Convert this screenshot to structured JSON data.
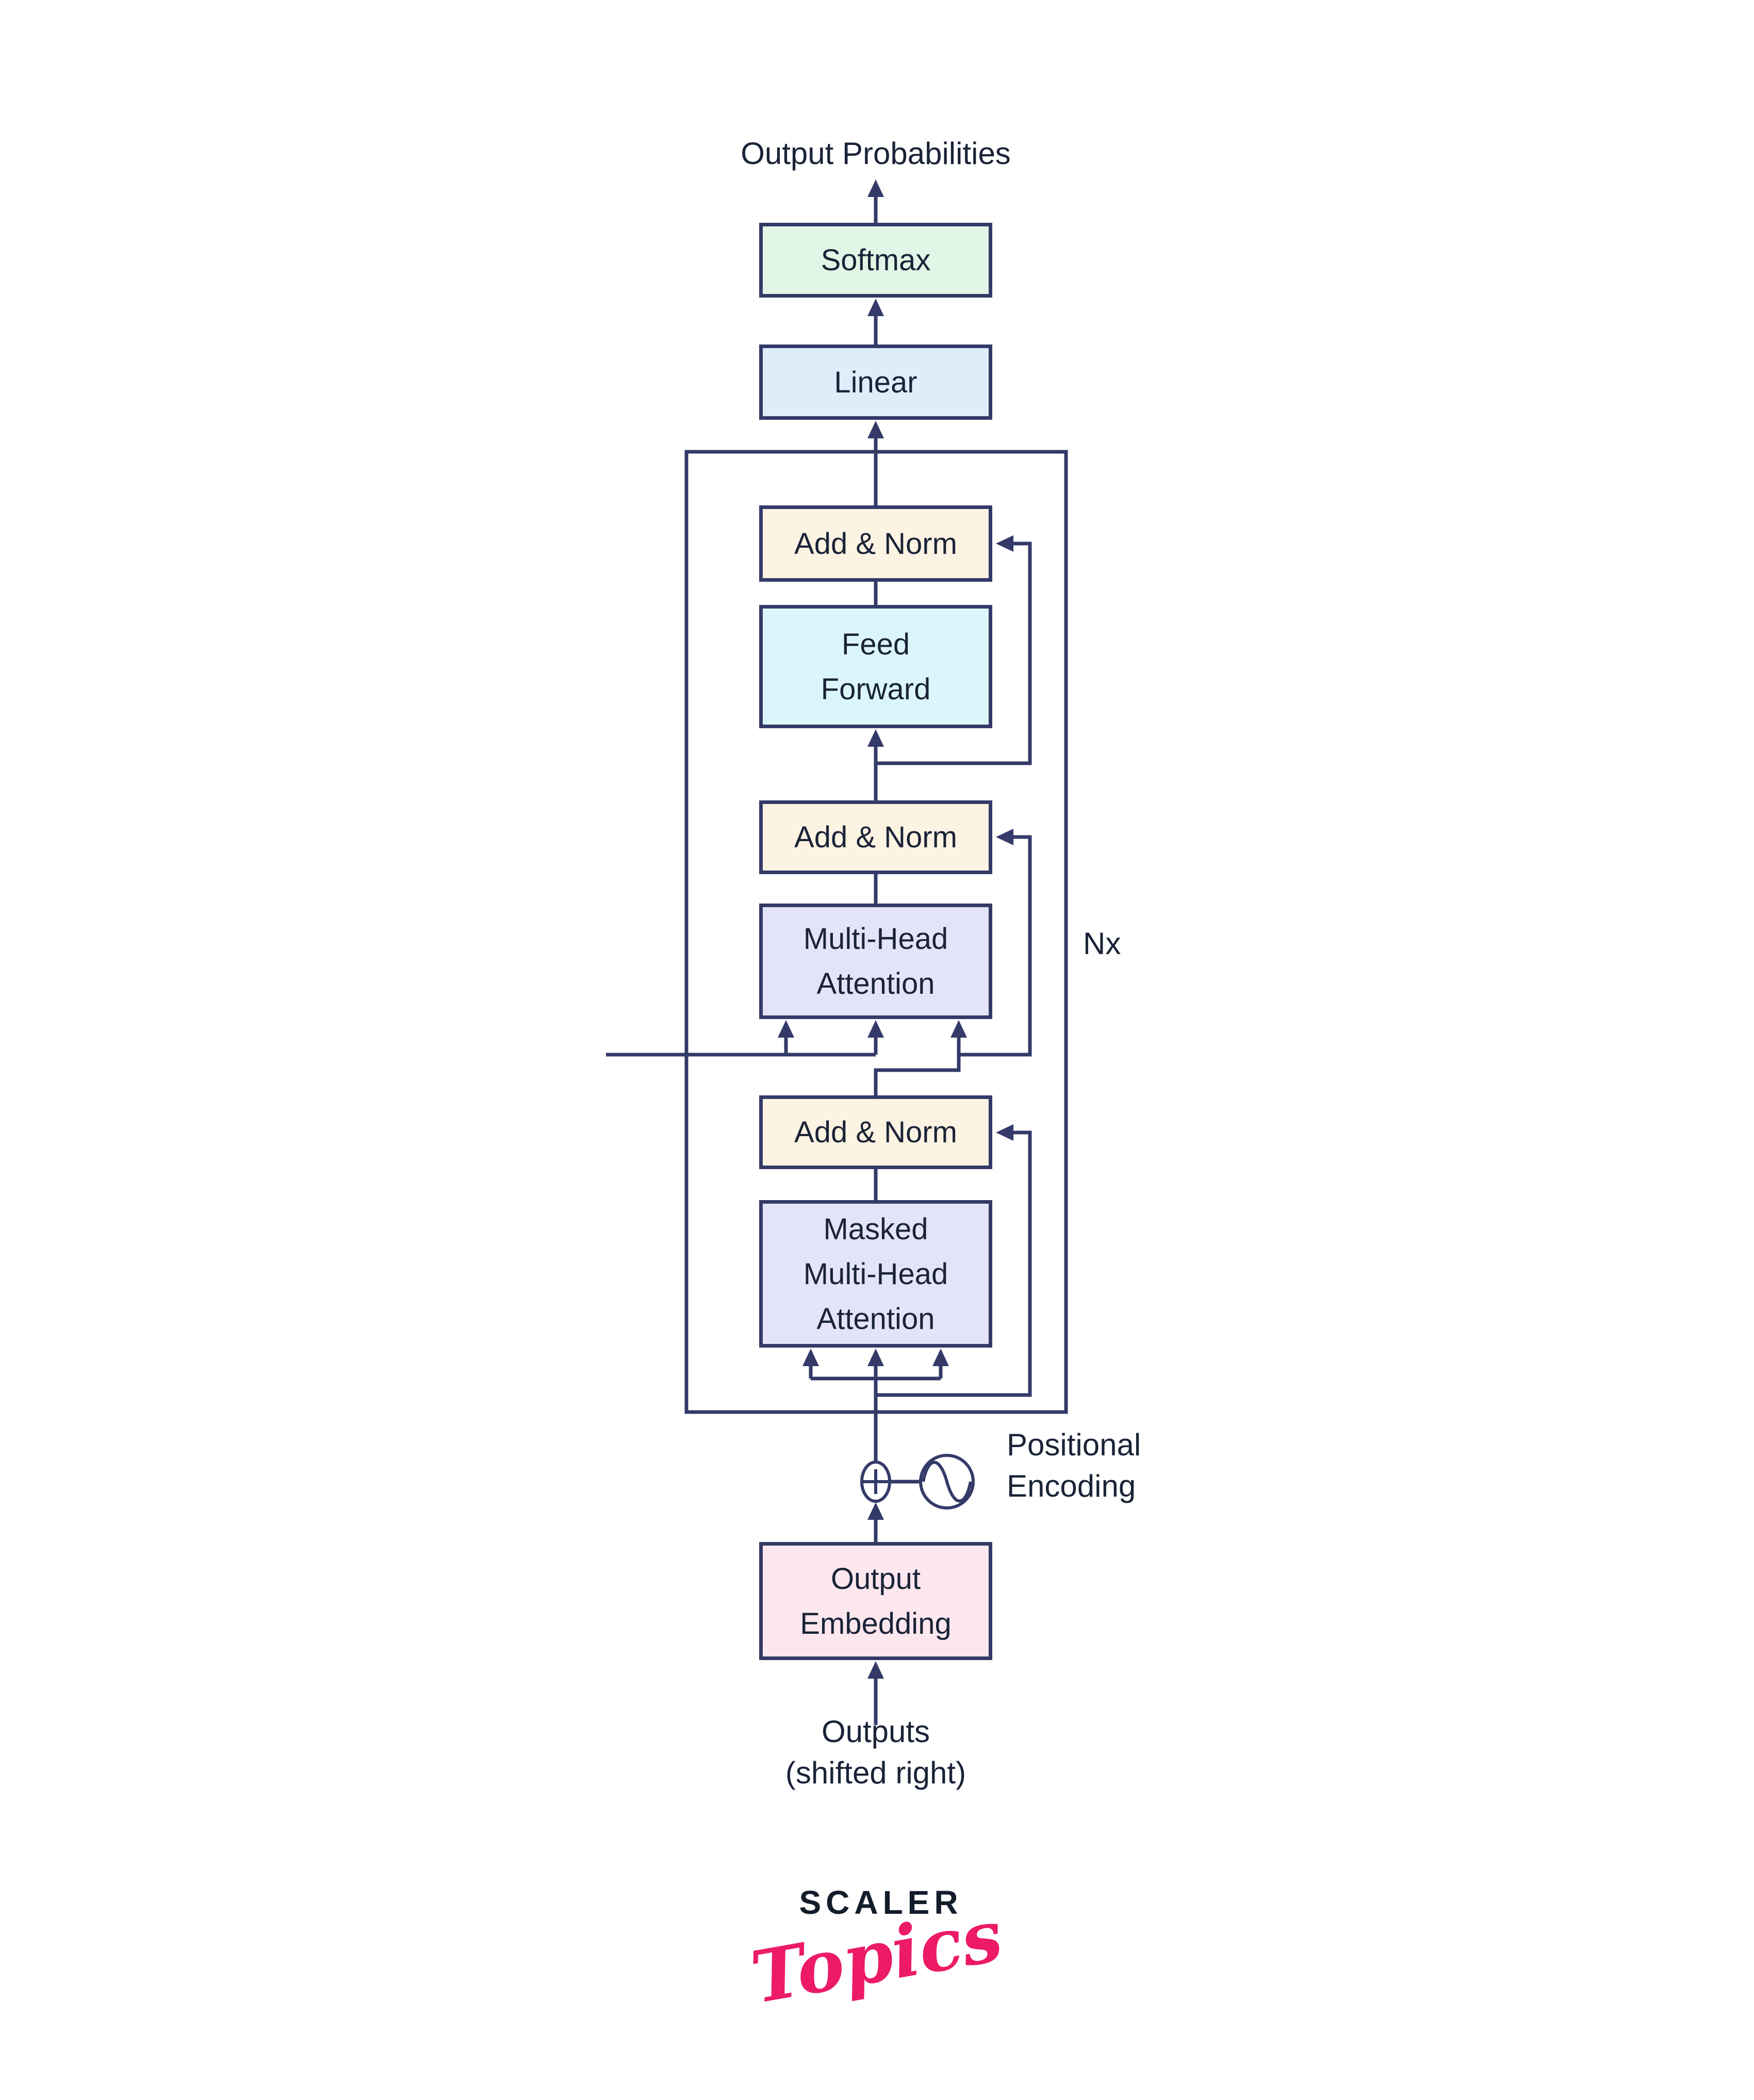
{
  "diagram": {
    "output_label": "Output Probabilities",
    "boxes": {
      "softmax": "Softmax",
      "linear": "Linear",
      "add_norm_1": "Add & Norm",
      "feed_forward": "Feed\nForward",
      "add_norm_2": "Add & Norm",
      "multi_head_attention": "Multi-Head\nAttention",
      "add_norm_3": "Add & Norm",
      "masked_multi_head_attention": "Masked\nMulti-Head\nAttention",
      "output_embedding": "Output\nEmbedding"
    },
    "annotations": {
      "nx": "Nx",
      "positional_encoding": "Positional\nEncoding",
      "outputs_caption": "Outputs\n(shifted right)"
    },
    "colors": {
      "line": "#343a68",
      "text": "#1a2337",
      "softmax_fill": "#e0f6e6",
      "linear_fill": "#ddeefa",
      "add_norm_fill": "#fdf3e2",
      "feed_forward_fill": "#dbf6fa",
      "attention_fill": "#e4e4f8",
      "embedding_fill": "#fce7ee"
    }
  },
  "logo": {
    "brand": "SCALER",
    "word": "Topics",
    "brand_color": "#131c2b",
    "word_color": "#ec1a67"
  }
}
